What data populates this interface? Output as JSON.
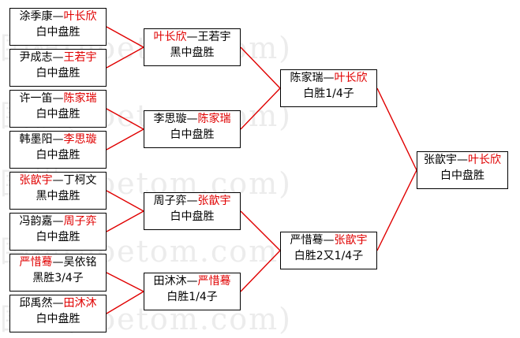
{
  "watermark_text": "围棋(hoetom.com)",
  "connector_color": "#e00000",
  "winner_color": "#e00000",
  "round1": [
    {
      "p1": "涂季康",
      "p2": "叶长欣",
      "winner": 2,
      "result": "白中盘胜"
    },
    {
      "p1": "尹成志",
      "p2": "王若宇",
      "winner": 2,
      "result": "白中盘胜"
    },
    {
      "p1": "许一笛",
      "p2": "陈家瑞",
      "winner": 2,
      "result": "白中盘胜"
    },
    {
      "p1": "韩墨阳",
      "p2": "李思璇",
      "winner": 2,
      "result": "白中盘胜"
    },
    {
      "p1": "张歆宇",
      "p2": "丁柯文",
      "winner": 1,
      "result": "黑中盘胜"
    },
    {
      "p1": "冯韵嘉",
      "p2": "周子弈",
      "winner": 2,
      "result": "白中盘胜"
    },
    {
      "p1": "严惜蓦",
      "p2": "吴依铭",
      "winner": 1,
      "result": "黑胜3/4子"
    },
    {
      "p1": "邱禹然",
      "p2": "田沐沐",
      "winner": 2,
      "result": "白中盘胜"
    }
  ],
  "round2": [
    {
      "p1": "叶长欣",
      "p2": "王若宇",
      "winner": 1,
      "result": "黑中盘胜"
    },
    {
      "p1": "李思璇",
      "p2": "陈家瑞",
      "winner": 2,
      "result": "白中盘胜"
    },
    {
      "p1": "周子弈",
      "p2": "张歆宇",
      "winner": 2,
      "result": "白中盘胜"
    },
    {
      "p1": "田沐沐",
      "p2": "严惜蓦",
      "winner": 2,
      "result": "白胜1/4子"
    }
  ],
  "semifinal": [
    {
      "p1": "陈家瑞",
      "p2": "叶长欣",
      "winner": 2,
      "result": "白胜1/4子"
    },
    {
      "p1": "严惜蓦",
      "p2": "张歆宇",
      "winner": 2,
      "result": "白胜2又1/4子"
    }
  ],
  "final": [
    {
      "p1": "张歆宇",
      "p2": "叶长欣",
      "winner": 2,
      "result": "白中盘胜"
    }
  ],
  "separator": "—"
}
